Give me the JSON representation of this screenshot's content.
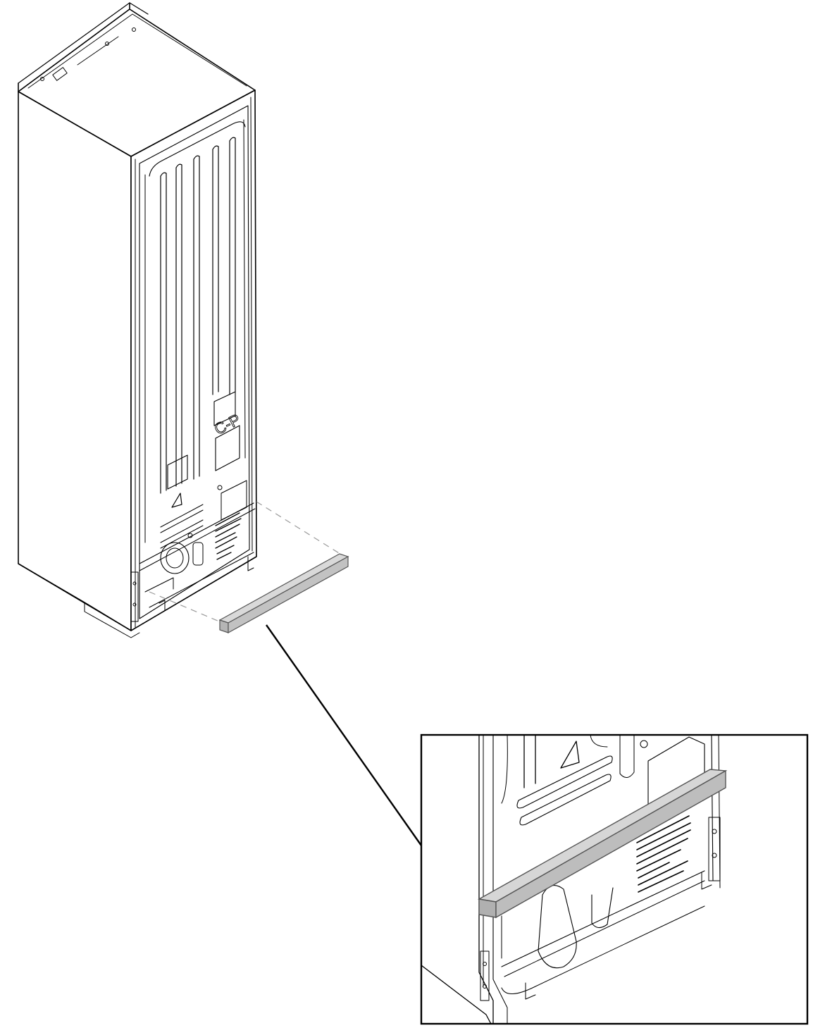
{
  "figure": {
    "type": "installation-diagram",
    "subject": "refrigerator-cabinet-rear-view",
    "colors": {
      "line": "#000000",
      "background": "#ffffff",
      "spacer_fill": "#c7c7c7",
      "spacer_edge": "#555555",
      "guide_dash": "#9a9a9a"
    },
    "icon_names": [
      "cabinet-icon",
      "spacer-bar-icon",
      "detail-inset-icon",
      "warning-triangle-icon"
    ],
    "label_text_glyph": "C-P"
  }
}
